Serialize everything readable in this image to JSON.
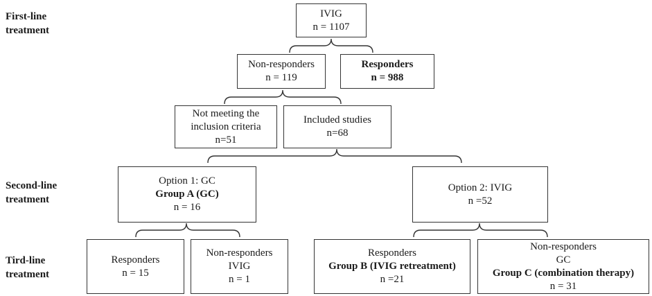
{
  "stages": {
    "first": "First-line\ntreatment",
    "second": "Second-line\ntreatment",
    "third": "Tird-line\ntreatment"
  },
  "nodes": {
    "ivig": {
      "line1": "IVIG",
      "line2": "n = 1107"
    },
    "non_responders_1": {
      "line1": "Non-responders",
      "line2": "n = 119"
    },
    "responders_1": {
      "line1": "Responders",
      "line2": "n = 988"
    },
    "not_meeting": {
      "line1": "Not meeting the",
      "line2": "inclusion criteria",
      "line3": "n=51"
    },
    "included": {
      "line1": "Included studies",
      "line2": "n=68"
    },
    "option1": {
      "line1": "Option 1: GC",
      "line2": "Group A (GC)",
      "line3": "n = 16"
    },
    "option2": {
      "line1": "Option 2: IVIG",
      "line2": "n =52"
    },
    "responders_2": {
      "line1": "Responders",
      "line2": "n = 15"
    },
    "non_responders_2": {
      "line1": "Non-responders",
      "line2": "IVIG",
      "line3": "n = 1"
    },
    "group_b": {
      "line1": "Responders",
      "line2": "Group B (IVIG retreatment)",
      "line3": "n =21"
    },
    "group_c": {
      "line1": "Non-responders",
      "line2": "GC",
      "line3": "Group C (combination therapy)",
      "line4": "n = 31"
    }
  }
}
